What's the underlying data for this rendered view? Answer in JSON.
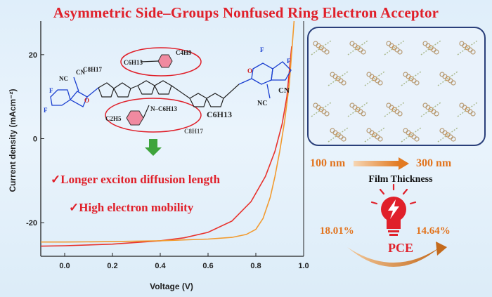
{
  "title": "Asymmetric Side–Groups Nonfused Ring Electron Acceptor",
  "features": [
    "✓Longer exciton diffusion length",
    "✓High electron mobility"
  ],
  "molecule_labels": {
    "c8h17_top": "C8H17",
    "c4h9_top": "C4H9",
    "c6h13_top": "C6H13",
    "c2h5_lower": "C2H5",
    "n_c6h13_lower": "N–C6H13",
    "c6h13_right": "C6H13",
    "c8h17_lower": "C8H17",
    "f1": "F",
    "f2": "F",
    "f3": "F",
    "f4": "F",
    "cn1": "CN",
    "cn2": "NC",
    "cn3": "CN",
    "cn4": "NC",
    "o1": "O",
    "o2": "O"
  },
  "film": {
    "start": "100 nm",
    "end": "300 nm",
    "label": "Film Thickness"
  },
  "pce": {
    "value_a": "18.01%",
    "value_b": "14.64%",
    "label": "PCE"
  },
  "chart_data": {
    "type": "line",
    "xlabel": "Voltage (V)",
    "ylabel": "Current density (mAcm⁻²)",
    "xlim": [
      -0.1,
      1.0
    ],
    "ylim": [
      -28,
      28
    ],
    "xticks": [
      "0.0",
      "0.2",
      "0.4",
      "0.6",
      "0.8",
      "1.0"
    ],
    "yticks": [
      "20",
      "0",
      "-20"
    ],
    "series": [
      {
        "color": "#e8322c",
        "x": [
          -0.1,
          0.0,
          0.2,
          0.4,
          0.5,
          0.6,
          0.7,
          0.78,
          0.84,
          0.88,
          0.91,
          0.93,
          0.95
        ],
        "y": [
          -25.6,
          -25.5,
          -25.1,
          -24.3,
          -23.6,
          -22.3,
          -19.6,
          -15.0,
          -9.0,
          -3.0,
          3.5,
          10.0,
          22.0
        ]
      },
      {
        "color": "#f29a2e",
        "x": [
          -0.1,
          0.0,
          0.2,
          0.4,
          0.6,
          0.7,
          0.76,
          0.8,
          0.83,
          0.86,
          0.88,
          0.9,
          0.92,
          0.94,
          0.96
        ],
        "y": [
          -24.6,
          -24.6,
          -24.5,
          -24.3,
          -23.9,
          -23.5,
          -22.8,
          -21.6,
          -19.0,
          -14.0,
          -9.0,
          -3.0,
          4.0,
          13.0,
          28.0
        ]
      }
    ]
  }
}
